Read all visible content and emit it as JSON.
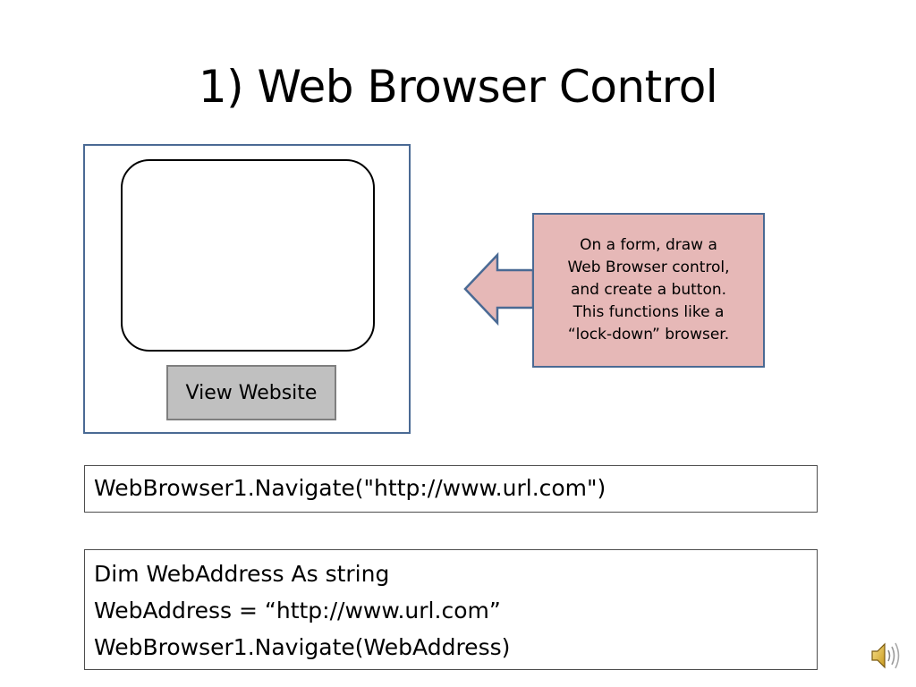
{
  "slide": {
    "title": "1) Web Browser Control"
  },
  "form_mockup": {
    "button_label": "View Website"
  },
  "callout": {
    "text": "On a form, draw a\nWeb Browser control,\nand create a button.\nThis functions like a\n“lock-down” browser.",
    "fill_color": "#e6b8b7",
    "border_color": "#4a6a94"
  },
  "code_example_1": {
    "lines": [
      "WebBrowser1.Navigate(\"http://www.url.com\")"
    ]
  },
  "code_example_2": {
    "lines": [
      "Dim WebAddress As string",
      "WebAddress = “http://www.url.com”",
      "WebBrowser1.Navigate(WebAddress)"
    ]
  },
  "icons": {
    "audio": "speaker-icon"
  }
}
